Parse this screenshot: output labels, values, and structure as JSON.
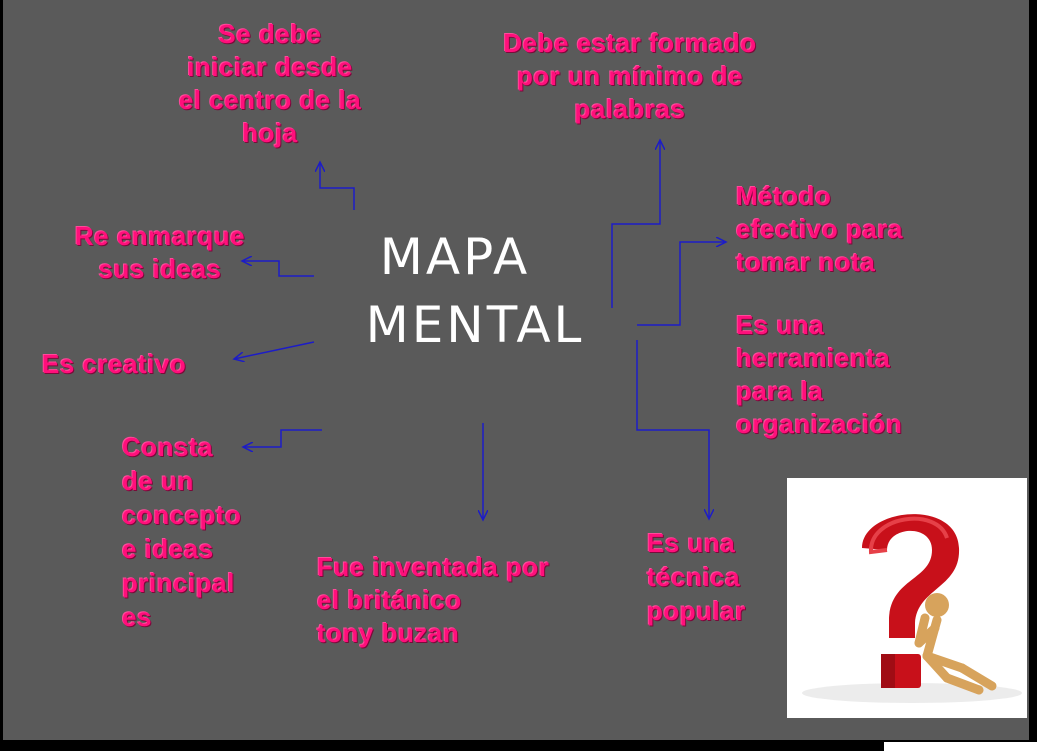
{
  "center": {
    "line1": "MAPA",
    "line2": "MENTAL"
  },
  "nodes": {
    "start_center": "Se debe\niniciar desde\nel centro de la\nhoja",
    "min_words": "Debe estar formado\npor un mínimo de\npalabras",
    "reframe": "Re enmarque\nsus ideas",
    "effective": "Método\nefectivo para\ntomar nota",
    "creative": "Es creativo",
    "organization": "Es una\nherramienta\npara  la\norganización",
    "concept": "Consta\nde un\nconcepto\ne ideas\nprincipal\nes",
    "inventor": "Fue inventada por\nel británico\ntony buzan",
    "popular": "Es una\ntécnica\npopular"
  },
  "colors": {
    "background": "#5a5a5a",
    "node_text": "#ff0f7b",
    "connector": "#1c1cc8",
    "center_text": "#ffffff"
  },
  "image": {
    "icon": "question-mark-figure-icon"
  }
}
